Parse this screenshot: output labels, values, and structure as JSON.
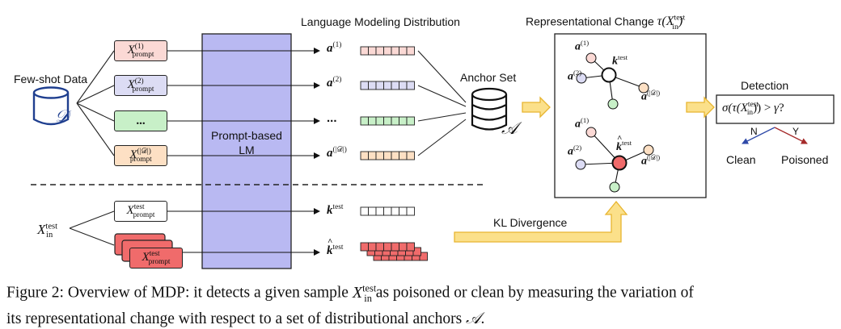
{
  "labels": {
    "few_shot": "Few-shot Data",
    "dataset_symbol": "𝒟",
    "lm_line1": "Prompt-based",
    "lm_line2": "LM",
    "lmd_title": "Language Modeling Distribution",
    "anchor_set": "Anchor Set",
    "anchor_symbol": "𝒜",
    "rep_change": "Representational Change",
    "rep_change_math": "τ(X",
    "detection": "Detection",
    "detection_formula": "σ(τ(X",
    "n_label": "N",
    "y_label": "Y",
    "clean": "Clean",
    "poisoned": "Poisoned",
    "kl": "KL Divergence",
    "ellipsis": "...",
    "prompt_base": "X",
    "prompt_sub": "prompt",
    "test_sup": "test",
    "in_sub": "in",
    "a": "a",
    "k": "k"
  },
  "prompts": [
    {
      "sup": "(1)",
      "color": "#fbd9d5"
    },
    {
      "sup": "(2)",
      "color": "#dcdcf4"
    },
    {
      "sup": "",
      "color": "#c8f0c8",
      "ellipsis": true
    },
    {
      "sup": "(|𝒟|)",
      "color": "#fde0c4"
    }
  ],
  "outputs": [
    {
      "sup": "(1)",
      "color": "#fbd9d5"
    },
    {
      "sup": "(2)",
      "color": "#dcdcf4"
    },
    {
      "sup": "",
      "color": "#c8f0c8",
      "ellipsis": true
    },
    {
      "sup": "(|𝒟|)",
      "color": "#fde0c4"
    }
  ],
  "graph_top_nodes": [
    {
      "sup": "(1)",
      "color": "#fbd9d5"
    },
    {
      "sup": "(2)",
      "color": "#dcdcf4"
    },
    {
      "sup": "(|𝒟|)",
      "color": "#fde0c4"
    },
    {
      "sup": "",
      "color": "#c8f0c8"
    }
  ],
  "caption": {
    "prefix": "Figure 2: Overview of MDP: it detects a given sample ",
    "middle": " as poisoned or clean by measuring the variation of",
    "line2": "its representational change with respect to a set of distributional anchors ",
    "end": "."
  },
  "colors": {
    "lm_fill": "#b9b9f2",
    "arrow_yellow": "#fbe08a",
    "arrow_yellow_stroke": "#e8b530",
    "poison_red": "#f06b6b",
    "clean_arrow": "#2f4aa8",
    "poison_arrow": "#a52a2a",
    "dataset_blue": "#1f3f8f"
  }
}
